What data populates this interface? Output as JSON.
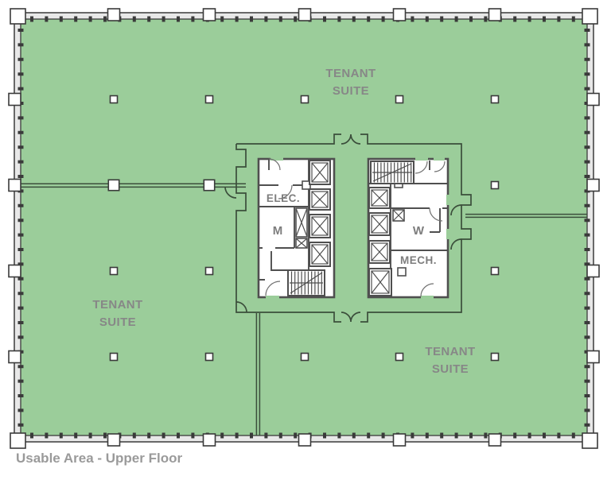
{
  "caption": "Usable Area - Upper Floor",
  "labels": {
    "tenant_suites": [
      {
        "line1": "TENANT",
        "line2": "SUITE"
      },
      {
        "line1": "TENANT",
        "line2": "SUITE"
      },
      {
        "line1": "TENANT",
        "line2": "SUITE"
      }
    ],
    "rooms": {
      "elec": "ELEC.",
      "men": "M",
      "women": "W",
      "mech": "MECH."
    }
  },
  "colors": {
    "usable_green": "#9bcd9a",
    "boundary_dark": "#3b4e3b",
    "wall_outline": "#3a3a3a",
    "wall_fill": "#e8e8e8",
    "core_wall": "#4f4f4f",
    "room_fill": "#ffffff",
    "door_arc": "#707070",
    "tenant_label": "#878787",
    "room_label": "#7d7d7d",
    "caption_gray": "#9a9a9a",
    "column_fill": "#ffffff"
  }
}
